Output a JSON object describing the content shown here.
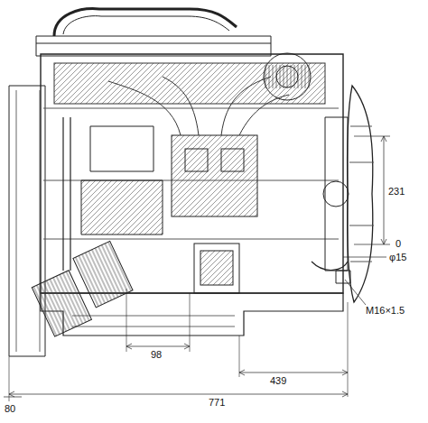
{
  "diagram": {
    "labels": [
      "231",
      "0",
      "φ15",
      "M16×1.5",
      "98",
      "439",
      "771",
      "80"
    ]
  }
}
